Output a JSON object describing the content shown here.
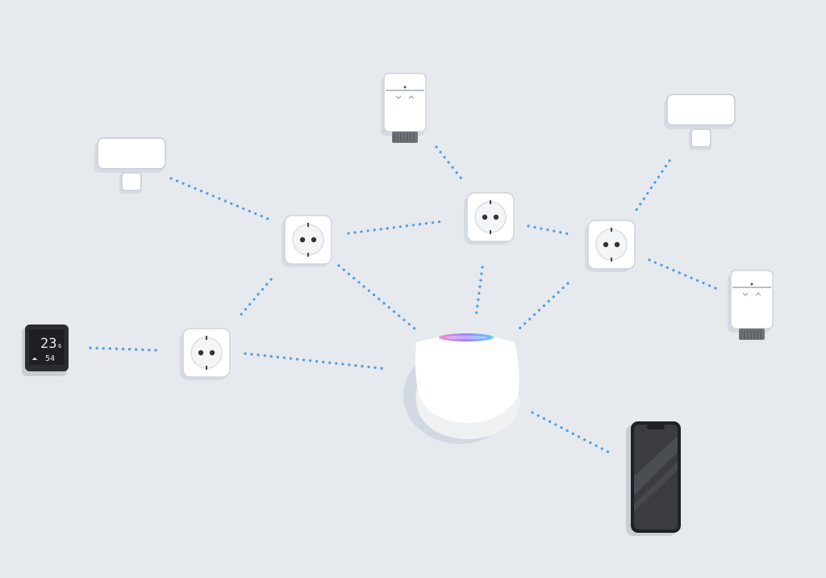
{
  "colors": {
    "background": "#e6e9ee",
    "link": "#4f9de0",
    "device_white": "#ffffff",
    "device_shadow": "#d6dbe3",
    "dark_device": "#2b2d31",
    "speaker_glow": [
      "#f28fd0",
      "#9b7bff",
      "#5ad1ff"
    ]
  },
  "icons": {
    "smart_plug": "socket-icon",
    "thermostat": "radiator-valve-icon",
    "contact_sensor": "door-window-sensor-icon",
    "room_sensor": "weather-display-icon",
    "hub": "smart-speaker-icon",
    "phone": "smartphone-icon"
  },
  "weather_display": {
    "temperature": "23",
    "temperature_decimal": "6",
    "humidity": "54"
  }
}
